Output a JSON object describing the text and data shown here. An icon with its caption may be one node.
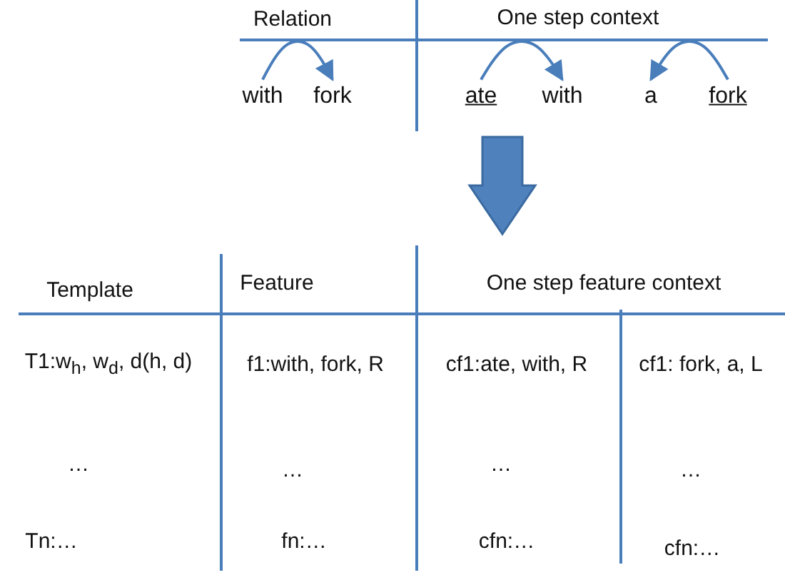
{
  "diagram": {
    "nodes": [
      {
        "text": [
          "with"
        ]
      },
      {
        "text": [
          "fork"
        ]
      },
      {
        "text": [
          "ate"
        ]
      },
      {
        "text": [
          "with"
        ]
      },
      {
        "text": [
          "a"
        ]
      },
      {
        "text": [
          "fork"
        ]
      }
    ],
    "edges": [
      {
        "from": 0,
        "to": 1,
        "arrow": "to"
      },
      {
        "from": 2,
        "to": 3,
        "arrow": "to"
      },
      {
        "from": 5,
        "to": 4,
        "arrow": "to"
      }
    ],
    "labels": [
      "Relation",
      "One step context",
      "Template",
      "Feature",
      "One step feature context",
      "T1:w$_{h}$, w$_{d}$, d(h, d)",
      "f1:with, fork, R",
      "cf1:ate, with, R",
      "cf1: fork, a, L",
      "…",
      "…",
      "…",
      "…",
      "Tn:…",
      "fn:…",
      "cfn:…",
      "cfn:…"
    ]
  }
}
